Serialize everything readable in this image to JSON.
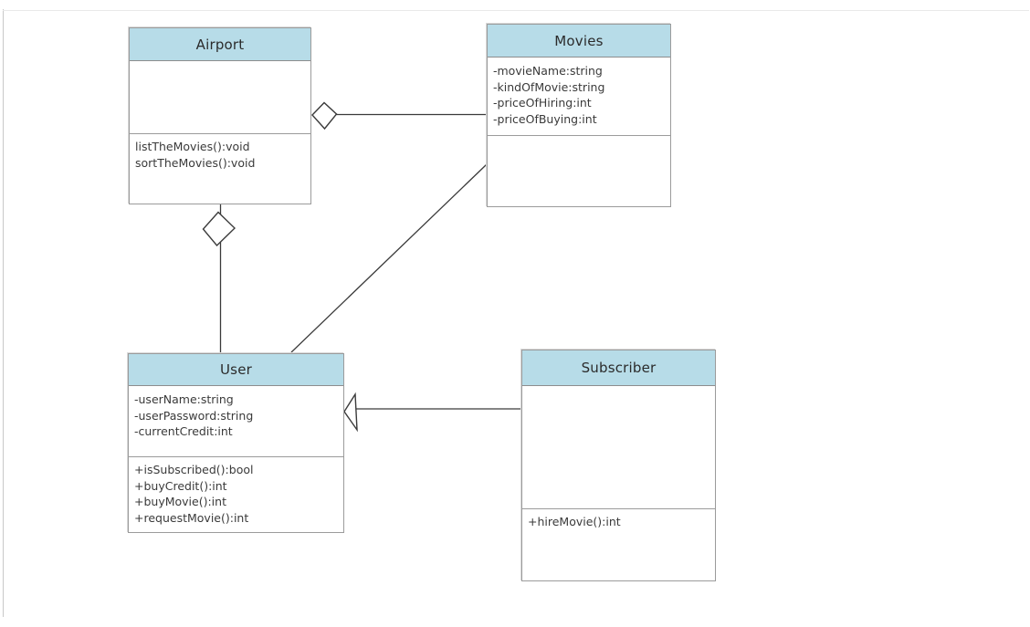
{
  "diagram": {
    "kind": "uml-class-diagram",
    "colors": {
      "header_fill": "#b7dce8",
      "box_border": "#9b9b9b",
      "header_border": "#8d8d8d",
      "connector": "#3a3a3a",
      "text": "#3a3a3a",
      "frame": "#c9c9c9"
    },
    "classes": [
      {
        "name": "Airport",
        "attributes": [],
        "methods": [
          "listTheMovies():void",
          "sortTheMovies():void"
        ]
      },
      {
        "name": "Movies",
        "attributes": [
          "-movieName:string",
          "-kindOfMovie:string",
          "-priceOfHiring:int",
          "-priceOfBuying:int"
        ],
        "methods": []
      },
      {
        "name": "User",
        "attributes": [
          "-userName:string",
          "-userPassword:string",
          "-currentCredit:int"
        ],
        "methods": [
          "+isSubscribed():bool",
          "+buyCredit():int",
          "+buyMovie():int",
          "+requestMovie():int"
        ]
      },
      {
        "name": "Subscriber",
        "attributes": [],
        "methods": [
          "+hireMovie():int"
        ]
      }
    ],
    "relationships": [
      {
        "from": "Movies",
        "to": "Airport",
        "type": "aggregation",
        "diamond_at": "Airport"
      },
      {
        "from": "User",
        "to": "Airport",
        "type": "aggregation",
        "diamond_at": "Airport"
      },
      {
        "from": "Movies",
        "to": "User",
        "type": "association"
      },
      {
        "from": "Subscriber",
        "to": "User",
        "type": "generalization",
        "arrowhead_at": "User"
      }
    ]
  }
}
